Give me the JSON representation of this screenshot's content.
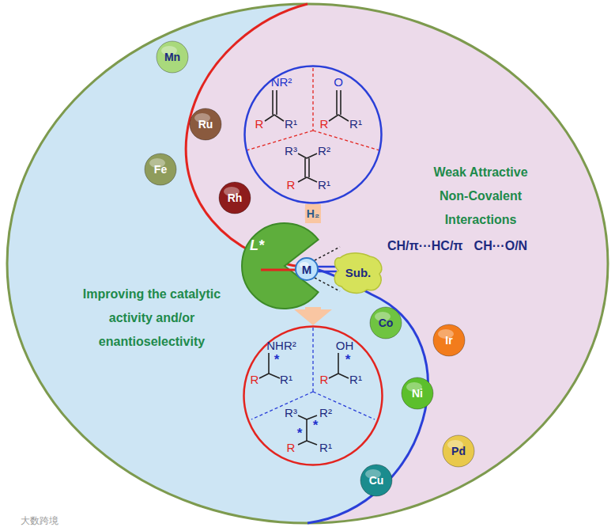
{
  "diagram": {
    "nodes": [
      {
        "text": [
          "Mn"
        ]
      },
      {
        "text": [
          "NR²",
          "R",
          "R¹",
          "O",
          "R",
          "R¹",
          "R³",
          "R²",
          "R",
          "R¹"
        ]
      },
      {
        "text": [
          "Ru"
        ]
      },
      {
        "text": [
          "Fe"
        ]
      },
      {
        "text": [
          "Rh"
        ]
      },
      {
        "text": [
          "L*"
        ]
      },
      {
        "text": [
          "M"
        ]
      },
      {
        "text": [
          "Sub."
        ]
      },
      {
        "text": [
          "Co"
        ]
      },
      {
        "text": [
          "Ir"
        ]
      },
      {
        "text": [
          "Ni"
        ]
      },
      {
        "text": [
          "NHR²",
          "*",
          "R",
          "R¹",
          "OH",
          "*",
          "R",
          "R¹",
          "R³",
          "R²",
          "*",
          "*",
          "R",
          "R¹"
        ]
      },
      {
        "text": [
          "Pd"
        ]
      },
      {
        "text": [
          "Cu"
        ]
      }
    ],
    "edges": [
      {
        "from": 1,
        "to": 11,
        "arrow": "to",
        "label": "H₂"
      }
    ],
    "labels": [
      "Weak Attractive Non-Covalent Interactions",
      "CH/π···HC/π",
      "CH···O/N",
      "Improving the catalytic activity and/or enantioselectivity",
      "大数跨境"
    ]
  }
}
